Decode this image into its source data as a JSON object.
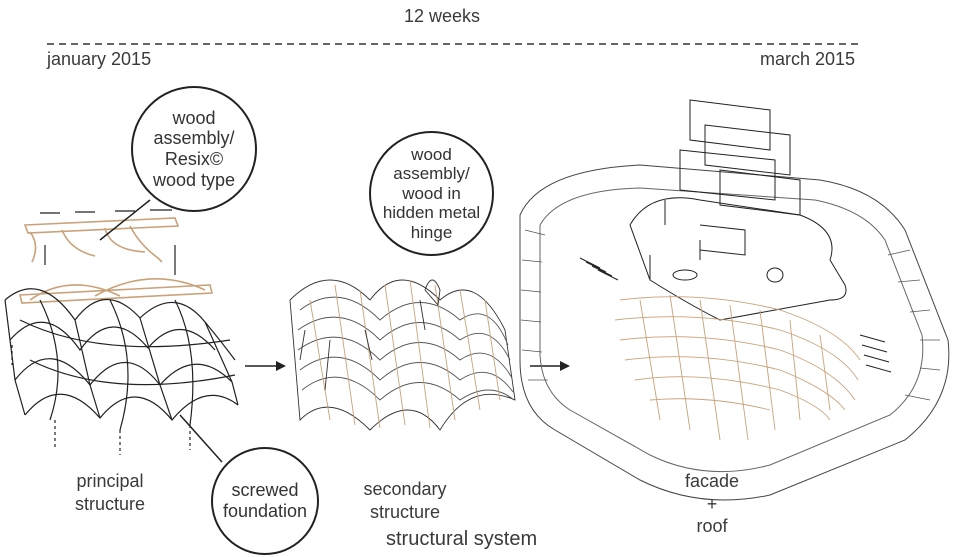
{
  "timeline": {
    "duration": "12 weeks",
    "start": "january 2015",
    "end": "march 2015"
  },
  "stages": [
    {
      "label_line1": "principal",
      "label_line2": "structure"
    },
    {
      "label_line1": "secondary",
      "label_line2": "structure"
    },
    {
      "label_line1": "facade",
      "label_line2": "+",
      "label_line3": "roof"
    }
  ],
  "callouts": [
    {
      "lines": [
        "wood",
        "assembly/",
        "Resix©",
        "wood type"
      ]
    },
    {
      "lines": [
        "screwed",
        "foundation"
      ]
    },
    {
      "lines": [
        "wood",
        "assembly/",
        "wood in",
        "hidden metal",
        "hinge"
      ]
    }
  ],
  "footer_title": "structural system",
  "colors": {
    "line": "#222222",
    "wood": "#c9a27a",
    "text": "#3a3a3a"
  }
}
